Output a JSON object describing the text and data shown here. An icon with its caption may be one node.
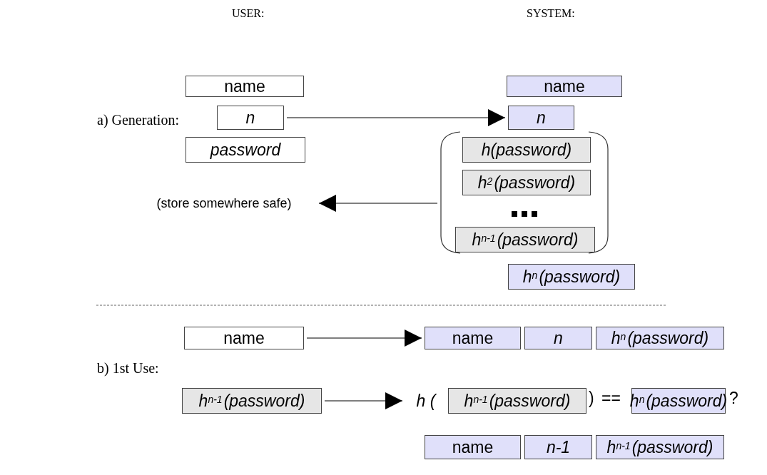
{
  "diagram": {
    "nodes": [
      {
        "text": [
          "name"
        ]
      },
      {
        "text": [
          "name"
        ]
      },
      {
        "text": [
          "n"
        ]
      },
      {
        "text": [
          "n"
        ]
      },
      {
        "text": [
          "password"
        ]
      },
      {
        "text": [],
        "shape": "bracket"
      },
      {
        "text": [
          "h(password)"
        ],
        "in": 5
      },
      {
        "text": [
          "h$^{2}$(password)"
        ],
        "in": 5
      },
      {
        "text": [
          "(store somewhere safe)"
        ]
      },
      {
        "text": [
          "h$^{n-1}$(password)"
        ],
        "in": 5
      },
      {
        "text": [
          "h$^{n}$(password)"
        ]
      },
      {
        "text": [
          "name"
        ]
      },
      {
        "text": [
          "name"
        ]
      },
      {
        "text": [
          "n"
        ]
      },
      {
        "text": [
          "h$^{n}$(password)"
        ]
      },
      {
        "text": [
          "h$^{n-1}$(password)"
        ]
      },
      {
        "text": [
          "h ("
        ]
      },
      {
        "text": [
          "h$^{n-1}$(password)"
        ]
      },
      {
        "text": [
          "h$^{n}$(password)"
        ]
      },
      {
        "text": [
          "name"
        ]
      },
      {
        "text": [
          "n-1"
        ]
      },
      {
        "text": [
          "h$^{n-1}$(password)"
        ]
      }
    ],
    "edges": [
      {
        "from": 2,
        "to": 3,
        "arrow": "to"
      },
      {
        "from": 5,
        "to": 8,
        "arrow": "to"
      },
      {
        "from": 11,
        "to": 12,
        "arrow": "to"
      },
      {
        "from": 15,
        "to": 16,
        "arrow": "to"
      }
    ],
    "labels": [
      "USER:",
      "SYSTEM:",
      "a) Generation:",
      "b) 1st Use:",
      ")",
      "==",
      "?"
    ]
  }
}
